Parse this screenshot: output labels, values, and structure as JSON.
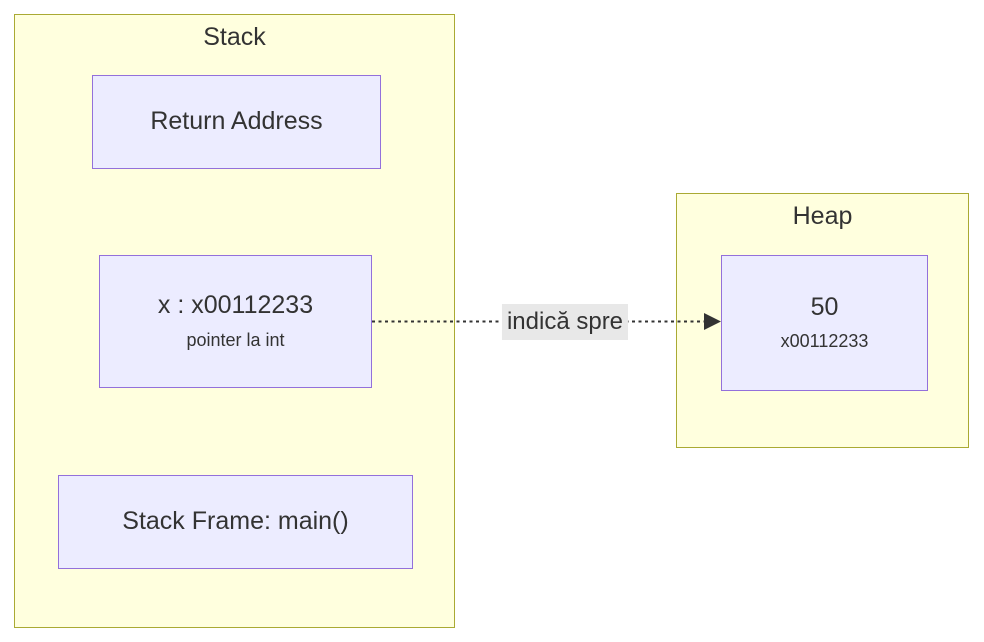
{
  "diagram": {
    "stack": {
      "title": "Stack",
      "nodes": {
        "return_address": {
          "label": "Return Address"
        },
        "pointer": {
          "label": "x : x00112233",
          "sublabel": "pointer la int"
        },
        "stack_frame": {
          "label": "Stack Frame: main()"
        }
      }
    },
    "heap": {
      "title": "Heap",
      "nodes": {
        "value": {
          "label": "50",
          "sublabel": "x00112233"
        }
      }
    },
    "edge": {
      "label": "indică spre",
      "style": "dotted-arrow"
    },
    "colors": {
      "cluster_fill": "#ffffde",
      "cluster_border": "#aaaa33",
      "node_fill": "#ECECFF",
      "node_border": "#9370DB",
      "edge_label_bg": "#e8e8e8",
      "text": "#333333",
      "arrow": "#333333"
    }
  }
}
